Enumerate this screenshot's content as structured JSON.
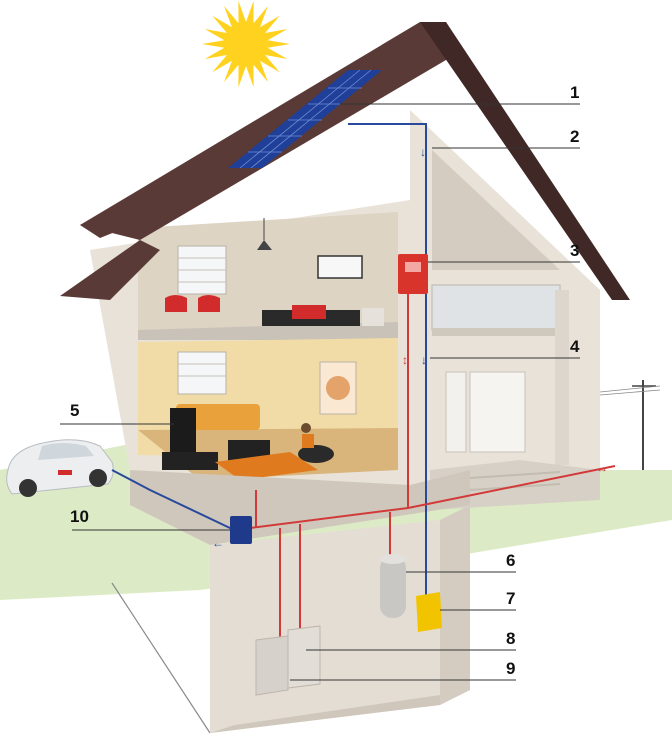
{
  "colors": {
    "sky": "#ffffff",
    "grass": "#dcebc6",
    "roof": "#5a3a36",
    "roof_edge": "#3f2825",
    "wall": "#e9e2d8",
    "wall_shadow": "#d4ccc1",
    "interior_upper": "#ddd4c3",
    "interior_lower": "#f1dca8",
    "floor_upper": "#c9c2b8",
    "floor_lower": "#d9b57c",
    "basement": "#e4ddd3",
    "solar_panel": "#1f3f99",
    "sun": "#ffd21f",
    "pipe_blue": "#274a9c",
    "pipe_red": "#d23a3a",
    "inverter": "#d8342c",
    "meter": "#f2c400",
    "wallbox": "#1f3a8a",
    "sofa": "#e9a23b",
    "chair_red": "#d22b2b",
    "car": "#eceef0",
    "leader": "#333333"
  },
  "icons": [
    "sun-icon",
    "solar-panel-icon",
    "car-icon",
    "power-pole-icon"
  ],
  "callouts": [
    {
      "label": "1"
    },
    {
      "label": "2"
    },
    {
      "label": "3"
    },
    {
      "label": "4"
    },
    {
      "label": "5"
    },
    {
      "label": "6"
    },
    {
      "label": "7"
    },
    {
      "label": "8"
    },
    {
      "label": "9"
    },
    {
      "label": "10"
    }
  ]
}
